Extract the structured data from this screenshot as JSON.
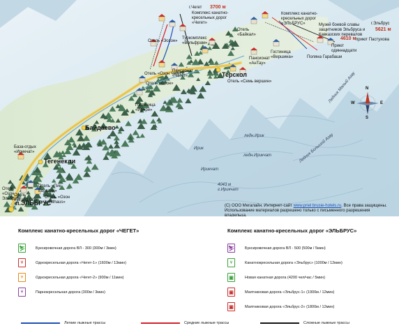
{
  "map": {
    "places": [
      {
        "name": "п.ЭЛЬБРУС",
        "style": "big"
      },
      {
        "name": "Тегенекли",
        "style": "big"
      },
      {
        "name": "Байдаево",
        "style": "big"
      },
      {
        "name": "Терскол",
        "style": "big"
      },
      {
        "name": "г.Эльбрус",
        "style": "normal"
      },
      {
        "name": "5621 м",
        "style": "red"
      },
      {
        "name": "г.Чегет",
        "style": "normal"
      },
      {
        "name": "3700 м",
        "style": "red"
      },
      {
        "name": "4610 м",
        "style": "red"
      },
      {
        "name": "приют Пастухова",
        "style": "normal"
      },
      {
        "name": "Приют одиннадцати",
        "style": "normal"
      },
      {
        "name": "Поляна Гарабаши",
        "style": "normal"
      },
      {
        "name": "Музей боевой славы защитников Эльбруса и Кавказских перевалов",
        "style": "normal"
      },
      {
        "name": "Комплекс канатно-кресельных дорог «Чегет»",
        "style": "normal"
      },
      {
        "name": "Комплекс канатно-кресельных дорог «ЭЛЬБРУС»",
        "style": "normal"
      },
      {
        "name": "4043 м г.Ирикчат",
        "style": "it"
      },
      {
        "name": "ледн.Ирик",
        "style": "it"
      },
      {
        "name": "ледн.Ирикчат",
        "style": "it"
      },
      {
        "name": "Ирикчат",
        "style": "it"
      },
      {
        "name": "Ирик",
        "style": "it"
      },
      {
        "name": "Ледник Малый Азау",
        "style": "it"
      },
      {
        "name": "Ледник Большой Азау",
        "style": "it"
      }
    ],
    "hotels": [
      "Отель «Эссон»",
      "Отель «Озон Чегет»",
      "Пансионат «Чегет»",
      "Отель «Озон»",
      "Гостиница «Ирири»",
      "Туркомплекс «Вольфрам»",
      "Отель «Байкал»",
      "Гостиница «Вершина»",
      "Пансионат «АнТау»",
      "Отель «Семь вершин»",
      "База-отдых «Ирикчат»",
      "Отель «Пик Евразии»",
      "Отель «Озон Landhaus»",
      "Отель «Grand Citi»",
      "Отель «Озон Эльбрус»"
    ],
    "compass": [
      "N",
      "S",
      "W",
      "E"
    ],
    "copyright_line1": "(С) ООО Мегалайн. Интернет-сайт",
    "copyright_link": "www.priel brusie-hotels.ru",
    "copyright_line1_end": ". Все права защищены.",
    "copyright_line2": "Использование материалов разрешено только с письменного разрешения владельца."
  },
  "legend": {
    "cheget": {
      "title": "Комплекс канатно-кресельных дорог «ЧЕГЕТ»",
      "items": [
        {
          "label": "Буксировочная дорога ВЛ - 300 (300м / 3мин)",
          "color": "#3aa33a",
          "glyph": "⛷"
        },
        {
          "label": "Однокресельная дорога «Чегет-1» (1600м / 13мин)",
          "color": "#c8302b",
          "glyph": "⑂"
        },
        {
          "label": "Однокресельная дорога «Чегет-2» (900м / 11мин)",
          "color": "#e48a1a",
          "glyph": "⑂"
        },
        {
          "label": "Парнокресельная дорога  (300м / 3мин)",
          "color": "#8a3fa0",
          "glyph": "⑂"
        }
      ]
    },
    "elbrus": {
      "title": "Комплекс канатно-кресельных дорог «ЭЛЬБРУС»",
      "items": [
        {
          "label": "Буксировочная дорога ВЛ - 500 (500м / 5мин)",
          "color": "#8a3fa0",
          "glyph": "⛷"
        },
        {
          "label": "Канатнокресельная дорога «Эльбрус» (1000м / 12мин)",
          "color": "#3aa33a",
          "glyph": "⑂"
        },
        {
          "label": "Новая канатная дорога (4200 чел/час / 5мин)",
          "color": "#3aa33a",
          "glyph": "▣"
        },
        {
          "label": "Маятниковая дорога «Эльбрус-1» (1900м / 12мин)",
          "color": "#c8302b",
          "glyph": "▣"
        },
        {
          "label": "Маятниковая дорога «Эльбрус-2» (1800м / 12мин)",
          "color": "#c8302b",
          "glyph": "▣"
        }
      ]
    },
    "pistes": [
      {
        "label": "Легкие лыжные трассы",
        "color": "#1b4fb3"
      },
      {
        "label": "Средние лыжные трассы",
        "color": "#d2202a"
      },
      {
        "label": "Сложные лыжные трассы",
        "color": "#111111"
      }
    ]
  }
}
